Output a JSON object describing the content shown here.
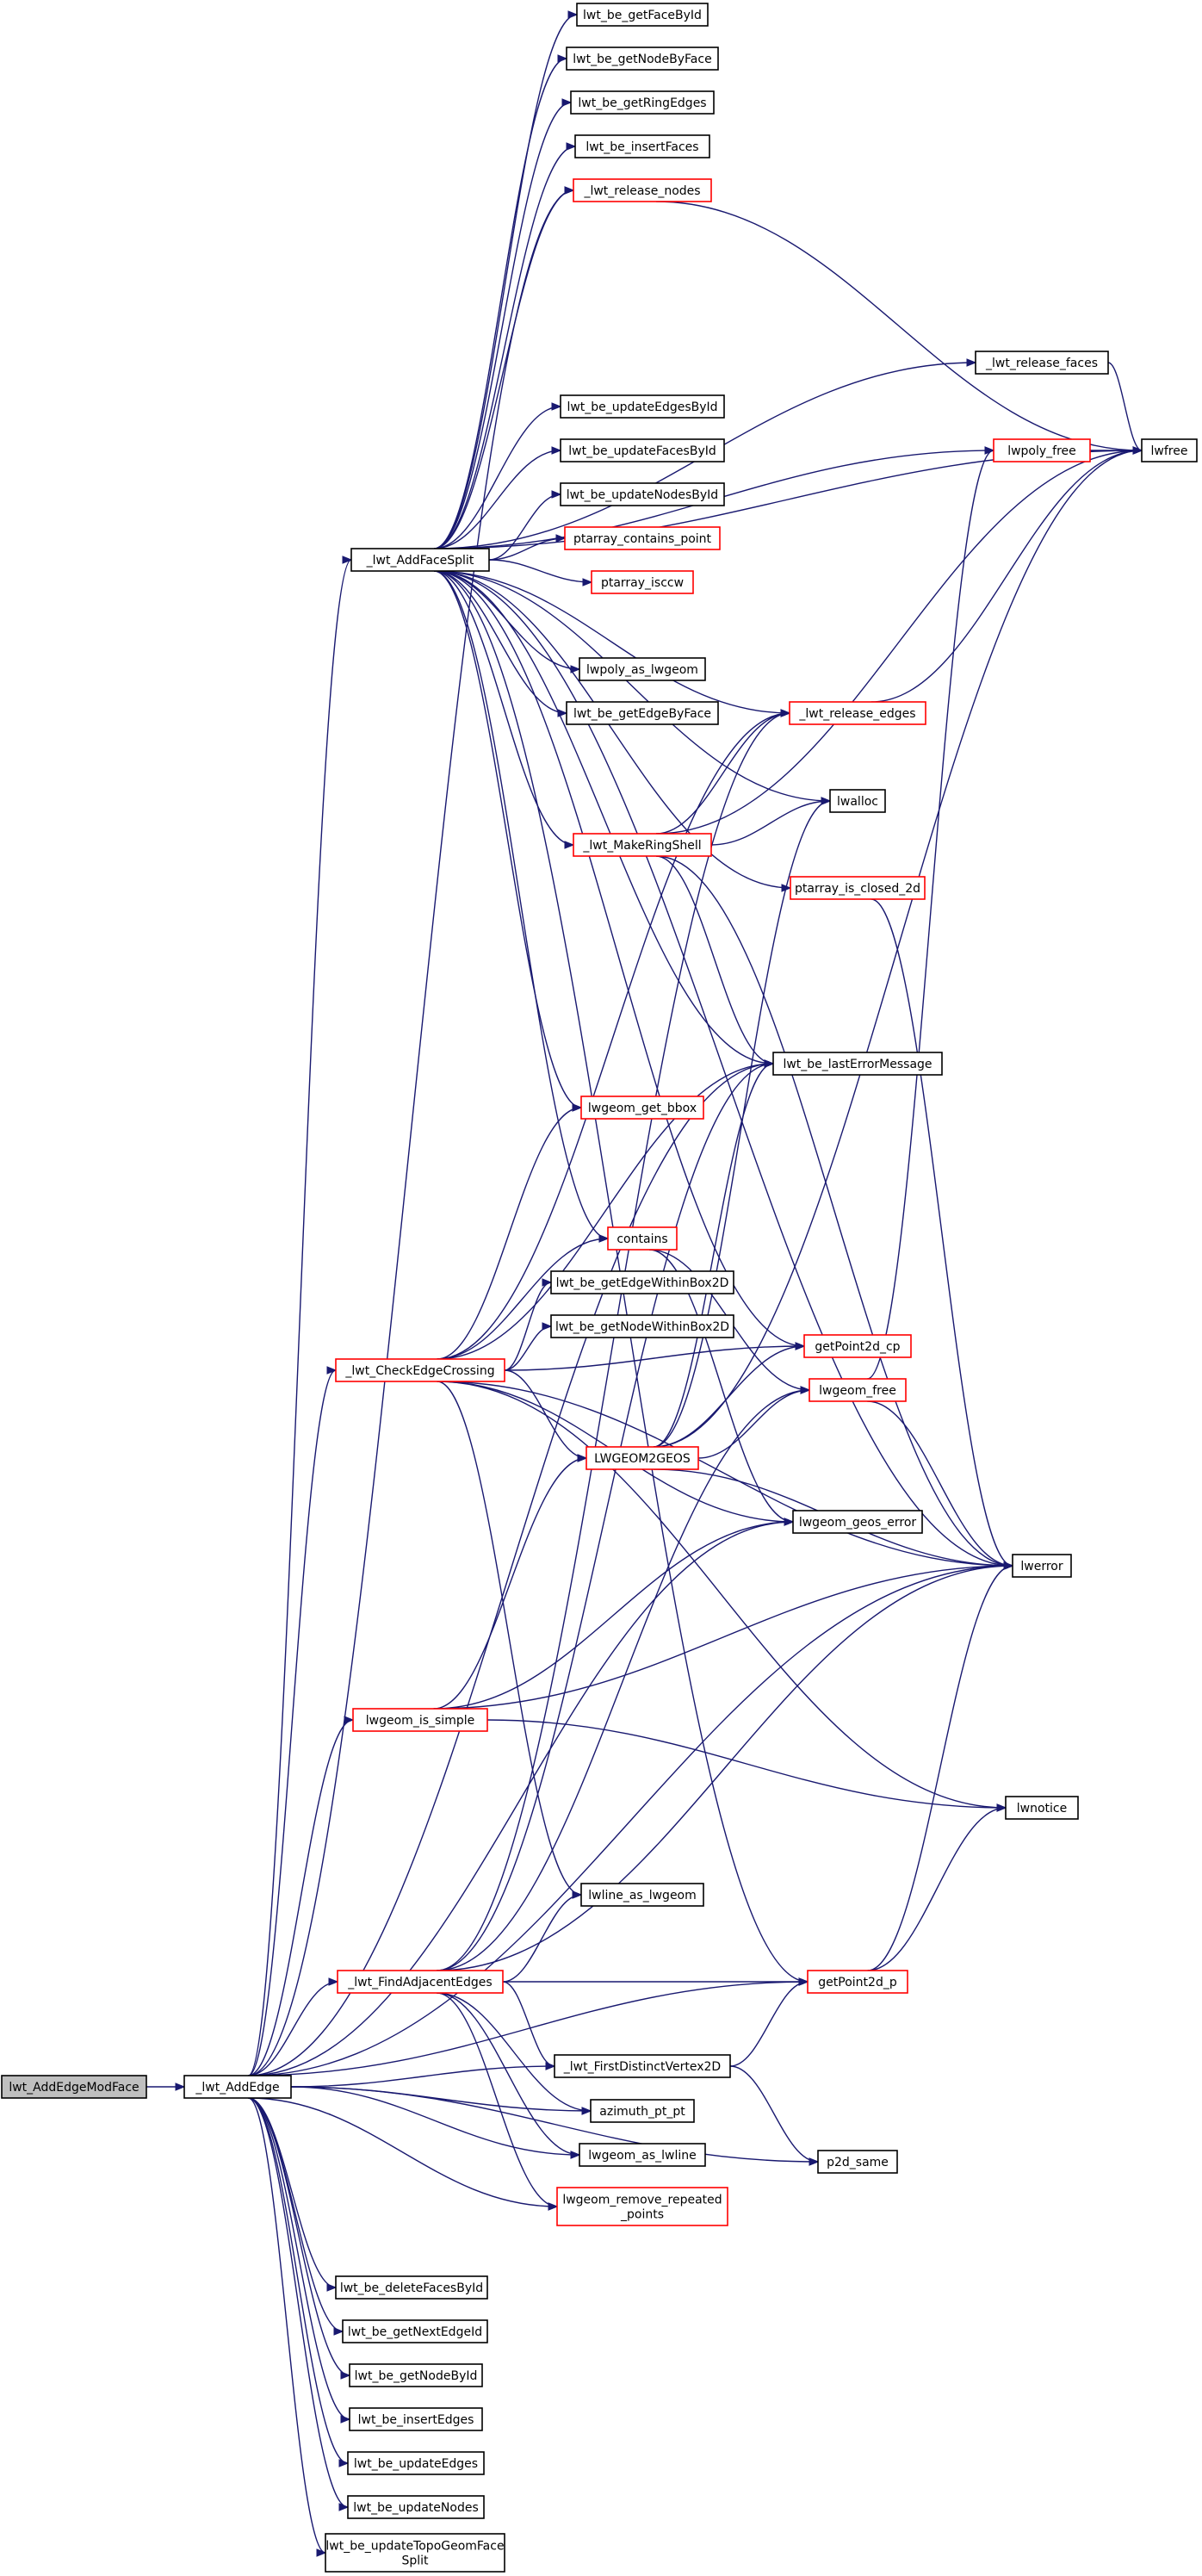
{
  "colors": {
    "edge": "#191970",
    "border_default": "#000000",
    "border_red": "#ff0000",
    "fill_default": "#ffffff",
    "fill_root": "#bfbfbf"
  },
  "nodes": [
    {
      "id": "lwt_AddEdgeModFace",
      "lines": [
        "lwt_AddEdgeModFace"
      ],
      "style": "root"
    },
    {
      "id": "_lwt_AddEdge",
      "lines": [
        "_lwt_AddEdge"
      ],
      "style": "default"
    },
    {
      "id": "_lwt_AddFaceSplit",
      "lines": [
        "_lwt_AddFaceSplit"
      ],
      "style": "default"
    },
    {
      "id": "lwt_be_getFaceById",
      "lines": [
        "lwt_be_getFaceById"
      ],
      "style": "default"
    },
    {
      "id": "lwt_be_getNodeByFace",
      "lines": [
        "lwt_be_getNodeByFace"
      ],
      "style": "default"
    },
    {
      "id": "lwt_be_getRingEdges",
      "lines": [
        "lwt_be_getRingEdges"
      ],
      "style": "default"
    },
    {
      "id": "lwt_be_insertFaces",
      "lines": [
        "lwt_be_insertFaces"
      ],
      "style": "default"
    },
    {
      "id": "_lwt_release_nodes",
      "lines": [
        "_lwt_release_nodes"
      ],
      "style": "red"
    },
    {
      "id": "_lwt_release_faces",
      "lines": [
        "_lwt_release_faces"
      ],
      "style": "default"
    },
    {
      "id": "lwpoly_free",
      "lines": [
        "lwpoly_free"
      ],
      "style": "red"
    },
    {
      "id": "lwfree",
      "lines": [
        "lwfree"
      ],
      "style": "default"
    },
    {
      "id": "lwt_be_updateEdgesById",
      "lines": [
        "lwt_be_updateEdgesById"
      ],
      "style": "default"
    },
    {
      "id": "lwt_be_updateFacesById",
      "lines": [
        "lwt_be_updateFacesById"
      ],
      "style": "default"
    },
    {
      "id": "lwt_be_updateNodesById",
      "lines": [
        "lwt_be_updateNodesById"
      ],
      "style": "default"
    },
    {
      "id": "ptarray_contains_point",
      "lines": [
        "ptarray_contains_point"
      ],
      "style": "red"
    },
    {
      "id": "ptarray_isccw",
      "lines": [
        "ptarray_isccw"
      ],
      "style": "red"
    },
    {
      "id": "lwpoly_as_lwgeom",
      "lines": [
        "lwpoly_as_lwgeom"
      ],
      "style": "default"
    },
    {
      "id": "lwt_be_getEdgeByFace",
      "lines": [
        "lwt_be_getEdgeByFace"
      ],
      "style": "default"
    },
    {
      "id": "_lwt_release_edges",
      "lines": [
        "_lwt_release_edges"
      ],
      "style": "red"
    },
    {
      "id": "lwalloc",
      "lines": [
        "lwalloc"
      ],
      "style": "default"
    },
    {
      "id": "_lwt_MakeRingShell",
      "lines": [
        "_lwt_MakeRingShell"
      ],
      "style": "red"
    },
    {
      "id": "ptarray_is_closed_2d",
      "lines": [
        "ptarray_is_closed_2d"
      ],
      "style": "red"
    },
    {
      "id": "lwt_be_lastErrorMessage",
      "lines": [
        "lwt_be_lastErrorMessage"
      ],
      "style": "default"
    },
    {
      "id": "lwgeom_get_bbox",
      "lines": [
        "lwgeom_get_bbox"
      ],
      "style": "red"
    },
    {
      "id": "contains",
      "lines": [
        "contains"
      ],
      "style": "red"
    },
    {
      "id": "lwt_be_getEdgeWithinBox2D",
      "lines": [
        "lwt_be_getEdgeWithinBox2D"
      ],
      "style": "default"
    },
    {
      "id": "lwt_be_getNodeWithinBox2D",
      "lines": [
        "lwt_be_getNodeWithinBox2D"
      ],
      "style": "default"
    },
    {
      "id": "_lwt_CheckEdgeCrossing",
      "lines": [
        "_lwt_CheckEdgeCrossing"
      ],
      "style": "red"
    },
    {
      "id": "getPoint2d_cp",
      "lines": [
        "getPoint2d_cp"
      ],
      "style": "red"
    },
    {
      "id": "lwgeom_free",
      "lines": [
        "lwgeom_free"
      ],
      "style": "red"
    },
    {
      "id": "LWGEOM2GEOS",
      "lines": [
        "LWGEOM2GEOS"
      ],
      "style": "red"
    },
    {
      "id": "lwgeom_geos_error",
      "lines": [
        "lwgeom_geos_error"
      ],
      "style": "default"
    },
    {
      "id": "lwerror",
      "lines": [
        "lwerror"
      ],
      "style": "default"
    },
    {
      "id": "lwgeom_is_simple",
      "lines": [
        "lwgeom_is_simple"
      ],
      "style": "red"
    },
    {
      "id": "lwnotice",
      "lines": [
        "lwnotice"
      ],
      "style": "default"
    },
    {
      "id": "lwline_as_lwgeom",
      "lines": [
        "lwline_as_lwgeom"
      ],
      "style": "default"
    },
    {
      "id": "_lwt_FindAdjacentEdges",
      "lines": [
        "_lwt_FindAdjacentEdges"
      ],
      "style": "red"
    },
    {
      "id": "getPoint2d_p",
      "lines": [
        "getPoint2d_p"
      ],
      "style": "red"
    },
    {
      "id": "_lwt_FirstDistinctVertex2D",
      "lines": [
        "_lwt_FirstDistinctVertex2D"
      ],
      "style": "default"
    },
    {
      "id": "azimuth_pt_pt",
      "lines": [
        "azimuth_pt_pt"
      ],
      "style": "default"
    },
    {
      "id": "lwgeom_as_lwline",
      "lines": [
        "lwgeom_as_lwline"
      ],
      "style": "default"
    },
    {
      "id": "p2d_same",
      "lines": [
        "p2d_same"
      ],
      "style": "default"
    },
    {
      "id": "lwgeom_remove_repeated_points",
      "lines": [
        "lwgeom_remove_repeated",
        "_points"
      ],
      "style": "red"
    },
    {
      "id": "lwt_be_deleteFacesById",
      "lines": [
        "lwt_be_deleteFacesById"
      ],
      "style": "default"
    },
    {
      "id": "lwt_be_getNextEdgeId",
      "lines": [
        "lwt_be_getNextEdgeId"
      ],
      "style": "default"
    },
    {
      "id": "lwt_be_getNodeById",
      "lines": [
        "lwt_be_getNodeById"
      ],
      "style": "default"
    },
    {
      "id": "lwt_be_insertEdges",
      "lines": [
        "lwt_be_insertEdges"
      ],
      "style": "default"
    },
    {
      "id": "lwt_be_updateEdges",
      "lines": [
        "lwt_be_updateEdges"
      ],
      "style": "default"
    },
    {
      "id": "lwt_be_updateNodes",
      "lines": [
        "lwt_be_updateNodes"
      ],
      "style": "default"
    },
    {
      "id": "lwt_be_updateTopoGeomFaceSplit",
      "lines": [
        "lwt_be_updateTopoGeomFace",
        "Split"
      ],
      "style": "default"
    }
  ],
  "edges": [
    [
      "lwt_AddEdgeModFace",
      "_lwt_AddEdge"
    ],
    [
      "_lwt_AddEdge",
      "_lwt_AddFaceSplit"
    ],
    [
      "_lwt_AddEdge",
      "_lwt_CheckEdgeCrossing"
    ],
    [
      "_lwt_AddEdge",
      "lwgeom_is_simple"
    ],
    [
      "_lwt_AddEdge",
      "_lwt_FindAdjacentEdges"
    ],
    [
      "_lwt_AddEdge",
      "_lwt_FirstDistinctVertex2D"
    ],
    [
      "_lwt_AddEdge",
      "azimuth_pt_pt"
    ],
    [
      "_lwt_AddEdge",
      "lwgeom_as_lwline"
    ],
    [
      "_lwt_AddEdge",
      "lwgeom_remove_repeated_points"
    ],
    [
      "_lwt_AddEdge",
      "getPoint2d_p"
    ],
    [
      "_lwt_AddEdge",
      "p2d_same"
    ],
    [
      "_lwt_AddEdge",
      "lwerror"
    ],
    [
      "_lwt_AddEdge",
      "lwt_be_lastErrorMessage"
    ],
    [
      "_lwt_AddEdge",
      "_lwt_release_nodes"
    ],
    [
      "_lwt_AddEdge",
      "lwgeom_geos_error"
    ],
    [
      "_lwt_AddEdge",
      "lwt_be_deleteFacesById"
    ],
    [
      "_lwt_AddEdge",
      "lwt_be_getNextEdgeId"
    ],
    [
      "_lwt_AddEdge",
      "lwt_be_getNodeById"
    ],
    [
      "_lwt_AddEdge",
      "lwt_be_insertEdges"
    ],
    [
      "_lwt_AddEdge",
      "lwt_be_updateEdges"
    ],
    [
      "_lwt_AddEdge",
      "lwt_be_updateNodes"
    ],
    [
      "_lwt_AddEdge",
      "lwt_be_updateTopoGeomFaceSplit"
    ],
    [
      "_lwt_AddFaceSplit",
      "lwt_be_getFaceById"
    ],
    [
      "_lwt_AddFaceSplit",
      "lwt_be_getNodeByFace"
    ],
    [
      "_lwt_AddFaceSplit",
      "lwt_be_getRingEdges"
    ],
    [
      "_lwt_AddFaceSplit",
      "lwt_be_insertFaces"
    ],
    [
      "_lwt_AddFaceSplit",
      "_lwt_release_nodes"
    ],
    [
      "_lwt_AddFaceSplit",
      "lwfree"
    ],
    [
      "_lwt_AddFaceSplit",
      "_lwt_release_faces"
    ],
    [
      "_lwt_AddFaceSplit",
      "lwpoly_free"
    ],
    [
      "_lwt_AddFaceSplit",
      "lwt_be_updateEdgesById"
    ],
    [
      "_lwt_AddFaceSplit",
      "lwt_be_updateFacesById"
    ],
    [
      "_lwt_AddFaceSplit",
      "lwt_be_updateNodesById"
    ],
    [
      "_lwt_AddFaceSplit",
      "ptarray_contains_point"
    ],
    [
      "_lwt_AddFaceSplit",
      "ptarray_isccw"
    ],
    [
      "_lwt_AddFaceSplit",
      "lwpoly_as_lwgeom"
    ],
    [
      "_lwt_AddFaceSplit",
      "lwt_be_getEdgeByFace"
    ],
    [
      "_lwt_AddFaceSplit",
      "_lwt_release_edges"
    ],
    [
      "_lwt_AddFaceSplit",
      "lwalloc"
    ],
    [
      "_lwt_AddFaceSplit",
      "_lwt_MakeRingShell"
    ],
    [
      "_lwt_AddFaceSplit",
      "ptarray_is_closed_2d"
    ],
    [
      "_lwt_AddFaceSplit",
      "lwt_be_lastErrorMessage"
    ],
    [
      "_lwt_AddFaceSplit",
      "lwgeom_get_bbox"
    ],
    [
      "_lwt_AddFaceSplit",
      "contains"
    ],
    [
      "_lwt_AddFaceSplit",
      "getPoint2d_cp"
    ],
    [
      "_lwt_AddFaceSplit",
      "lwerror"
    ],
    [
      "_lwt_AddFaceSplit",
      "getPoint2d_p"
    ],
    [
      "_lwt_release_nodes",
      "lwfree"
    ],
    [
      "_lwt_release_faces",
      "lwfree"
    ],
    [
      "lwpoly_free",
      "lwfree"
    ],
    [
      "_lwt_release_edges",
      "lwfree"
    ],
    [
      "_lwt_MakeRingShell",
      "_lwt_release_edges"
    ],
    [
      "_lwt_MakeRingShell",
      "lwalloc"
    ],
    [
      "_lwt_MakeRingShell",
      "lwfree"
    ],
    [
      "_lwt_MakeRingShell",
      "lwt_be_lastErrorMessage"
    ],
    [
      "_lwt_MakeRingShell",
      "lwerror"
    ],
    [
      "ptarray_is_closed_2d",
      "lwerror"
    ],
    [
      "contains",
      "lwgeom_geos_error"
    ],
    [
      "contains",
      "lwgeom_free"
    ],
    [
      "_lwt_CheckEdgeCrossing",
      "_lwt_release_edges"
    ],
    [
      "_lwt_CheckEdgeCrossing",
      "lwt_be_lastErrorMessage"
    ],
    [
      "_lwt_CheckEdgeCrossing",
      "lwgeom_get_bbox"
    ],
    [
      "_lwt_CheckEdgeCrossing",
      "contains"
    ],
    [
      "_lwt_CheckEdgeCrossing",
      "lwt_be_getEdgeWithinBox2D"
    ],
    [
      "_lwt_CheckEdgeCrossing",
      "lwt_be_getNodeWithinBox2D"
    ],
    [
      "_lwt_CheckEdgeCrossing",
      "getPoint2d_cp"
    ],
    [
      "_lwt_CheckEdgeCrossing",
      "LWGEOM2GEOS"
    ],
    [
      "_lwt_CheckEdgeCrossing",
      "lwgeom_geos_error"
    ],
    [
      "_lwt_CheckEdgeCrossing",
      "lwerror"
    ],
    [
      "_lwt_CheckEdgeCrossing",
      "lwnotice"
    ],
    [
      "_lwt_CheckEdgeCrossing",
      "lwline_as_lwgeom"
    ],
    [
      "lwgeom_free",
      "lwpoly_free"
    ],
    [
      "lwgeom_free",
      "lwerror"
    ],
    [
      "LWGEOM2GEOS",
      "lwgeom_free"
    ],
    [
      "LWGEOM2GEOS",
      "getPoint2d_cp"
    ],
    [
      "LWGEOM2GEOS",
      "lwalloc"
    ],
    [
      "LWGEOM2GEOS",
      "lwfree"
    ],
    [
      "LWGEOM2GEOS",
      "lwt_be_lastErrorMessage"
    ],
    [
      "LWGEOM2GEOS",
      "lwerror"
    ],
    [
      "lwgeom_is_simple",
      "LWGEOM2GEOS"
    ],
    [
      "lwgeom_is_simple",
      "lwgeom_geos_error"
    ],
    [
      "lwgeom_is_simple",
      "lwerror"
    ],
    [
      "lwgeom_is_simple",
      "lwnotice"
    ],
    [
      "_lwt_FindAdjacentEdges",
      "lwline_as_lwgeom"
    ],
    [
      "_lwt_FindAdjacentEdges",
      "getPoint2d_p"
    ],
    [
      "_lwt_FindAdjacentEdges",
      "_lwt_FirstDistinctVertex2D"
    ],
    [
      "_lwt_FindAdjacentEdges",
      "azimuth_pt_pt"
    ],
    [
      "_lwt_FindAdjacentEdges",
      "lwgeom_as_lwline"
    ],
    [
      "_lwt_FindAdjacentEdges",
      "lwgeom_remove_repeated_points"
    ],
    [
      "_lwt_FindAdjacentEdges",
      "lwgeom_free"
    ],
    [
      "_lwt_FindAdjacentEdges",
      "lwerror"
    ],
    [
      "_lwt_FindAdjacentEdges",
      "_lwt_release_edges"
    ],
    [
      "_lwt_FindAdjacentEdges",
      "lwt_be_lastErrorMessage"
    ],
    [
      "getPoint2d_p",
      "lwerror"
    ],
    [
      "getPoint2d_p",
      "lwnotice"
    ],
    [
      "_lwt_FirstDistinctVertex2D",
      "getPoint2d_p"
    ],
    [
      "_lwt_FirstDistinctVertex2D",
      "p2d_same"
    ]
  ]
}
